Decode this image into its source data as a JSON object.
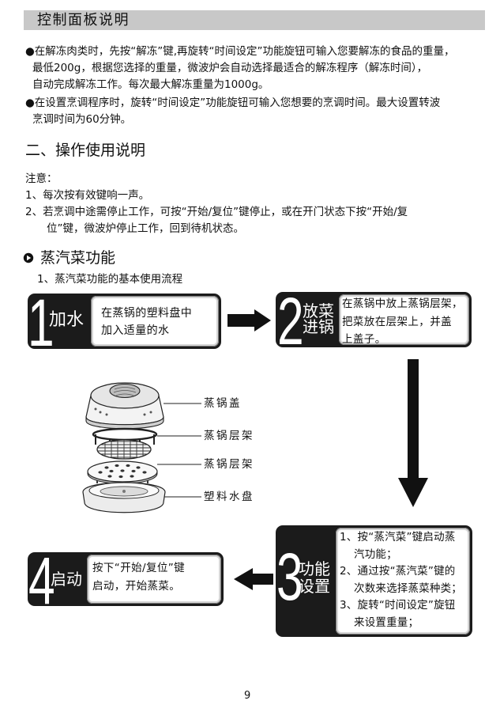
{
  "header": {
    "title": "控制面板说明"
  },
  "intro": {
    "defrost_bullet": [
      "●在解冻肉类时，先按“解冻”键,再旋转“时间设定”功能旋钮可输入您要解冻的食品的重量，",
      "最低200g，根据您选择的重量，微波炉会自动选择最适合的解冻程序（解冻时间），",
      "自动完成解冻工作。每次最大解冻重量为1000g。"
    ],
    "cooking_bullet": [
      "●在设置烹调程序时，旋转“时间设定”功能旋钮可输入您想要的烹调时间。最大设置转波",
      "烹调时间为60分钟。"
    ]
  },
  "operation": {
    "heading": "二、操作使用说明",
    "note_label": "注意：",
    "note1": "1、每次按有效键响一声。",
    "note2": [
      "2、若烹调中途需停止工作，可按“开始/复位”键停止，或在开门状态下按“开始/复",
      "位”键，微波炉停止工作，回到待机状态。"
    ]
  },
  "steam": {
    "heading": "蒸汽菜功能",
    "subheading": "1、蒸汽菜功能的基本使用流程",
    "steps": [
      {
        "number": "1",
        "title": [
          "加水"
        ],
        "description": [
          "在蒸锅的塑料盘中",
          "加入适量的水"
        ]
      },
      {
        "number": "2",
        "title": [
          "放菜",
          "进锅"
        ],
        "description": [
          "在蒸锅中放上蒸锅层架，",
          "把菜放在层架上，并盖",
          "上盖子。"
        ]
      },
      {
        "number": "3",
        "title": [
          "功能",
          "设置"
        ],
        "description": [
          "1、按“蒸汽菜”键启动蒸",
          "汽功能；",
          "2、通过按“蒸汽菜”键的",
          "次数来选择蒸菜种类；",
          "3、旋转“时间设定”旋钮",
          "来设置重量；"
        ]
      },
      {
        "number": "4",
        "title": [
          "启动"
        ],
        "description": [
          "按下“开始/复位”键",
          "启动，开始蒸菜。"
        ]
      }
    ],
    "parts": [
      "蒸锅盖",
      "蒸锅层架",
      "蒸锅层架",
      "塑料水盘"
    ]
  },
  "page_number": "9",
  "colors": {
    "header_bar": "#c8c8c8",
    "step_box": "#1b1b1b",
    "arrow": "#111111"
  }
}
